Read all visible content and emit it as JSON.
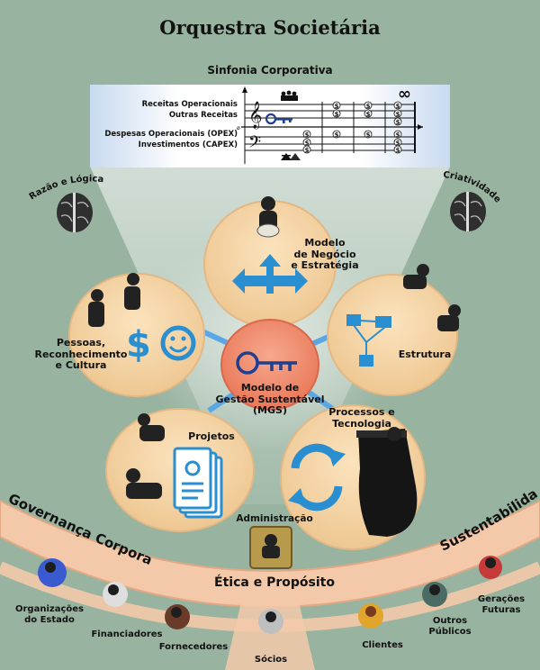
{
  "title": "Orquestra Societária",
  "score": {
    "title": "Sinfonia Corporativa",
    "rows": [
      "Receitas Operacionais",
      "Outras Receitas",
      "Despesas Operacionais (OPEX)",
      "Investimentos (CAPEX)"
    ],
    "zero_mark": "ø",
    "infinity": "∞"
  },
  "side_labels": {
    "left": "Razão e Lógica",
    "right": "Criatividade"
  },
  "center": {
    "label": "Modelo de\nGestão Sustentável\n(MGS)"
  },
  "circles": {
    "modelo": "Modelo\nde Negócio\ne Estratégia",
    "estrutura": "Estrutura",
    "processos": "Processos e\nTecnologia",
    "projetos": "Projetos",
    "pessoas": "Pessoas,\nReconhecimento\ne Cultura"
  },
  "administracao": "Administração",
  "arc": {
    "left": "Governança Corporativa",
    "right": "Sustentabilidade",
    "middle": "Ética e Propósito"
  },
  "audience": {
    "estado": "Organizações\ndo Estado",
    "financiadores": "Financiadores",
    "fornecedores": "Fornecedores",
    "socios": "Sócios",
    "clientes": "Clientes",
    "publicos": "Outros\nPúblicos",
    "futuras": "Gerações\nFuturas"
  },
  "colors": {
    "background": "#98b3a0",
    "platform": "#f6d6a8",
    "center": "#f08a6e",
    "icon_blue": "#2a8fd0",
    "key_blue": "#1f3f8f",
    "arc": "#f2c7a8"
  }
}
